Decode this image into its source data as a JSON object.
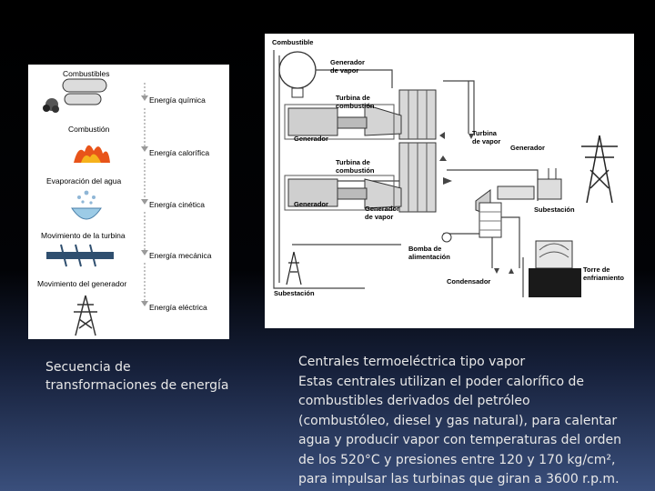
{
  "left_diagram": {
    "labels": {
      "combustibles": "Combustibles",
      "energia_quimica": "Energía química",
      "combustion": "Combustión",
      "energia_calorifica": "Energía calorífica",
      "evaporacion": "Evaporación del agua",
      "energia_cinetica": "Energía cinética",
      "movimiento_turbina": "Movimiento de la turbina",
      "energia_mecanica": "Energía mecánica",
      "movimiento_generador": "Movimiento del generador",
      "energia_electrica": "Energía eléctrica"
    }
  },
  "right_diagram": {
    "labels": {
      "combustible": "Combustible",
      "generador_vapor_1a": "Generador",
      "generador_vapor_1b": "de vapor",
      "turbina_combustion_1a": "Turbina de",
      "turbina_combustion_1b": "combustión",
      "generador_1": "Generador",
      "turbina_vapor_a": "Turbina",
      "turbina_vapor_b": "de vapor",
      "generador_3": "Generador",
      "turbina_combustion_2a": "Turbina de",
      "turbina_combustion_2b": "combustión",
      "generador_2": "Generador",
      "generador_vapor_2a": "Generador",
      "generador_vapor_2b": "de vapor",
      "subestacion_1": "Subestación",
      "bomba_a": "Bomba de",
      "bomba_b": "alimentación",
      "torre_a": "Torre de",
      "torre_b": "enfriamiento",
      "condensador": "Condensador",
      "subestacion_2": "Subestación"
    }
  },
  "captions": {
    "left_line1": "Secuencia de",
    "left_line2": "transformaciones de energía",
    "right_lines": [
      "Centrales termoeléctrica tipo vapor",
      "Estas centrales utilizan el poder calorífico de",
      "combustibles derivados del petróleo",
      "(combustóleo, diesel y gas natural), para calentar",
      "agua y producir vapor con temperaturas del orden",
      "de los 520°C y presiones entre 120 y 170 kg/cm²,",
      "para impulsar las turbinas que giran a 3600 r.p.m."
    ]
  },
  "colors": {
    "caption_text": "#e8e8e8",
    "flame": "#e8541a",
    "arrow": "#9a9a9a"
  }
}
